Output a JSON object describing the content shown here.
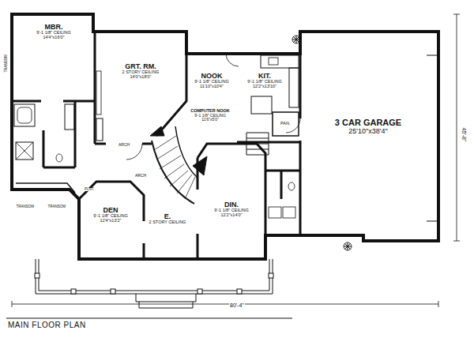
{
  "diagram": {
    "caption": "MAIN FLOOR PLAN",
    "nodes": [
      {
        "text": [
          "MBR.",
          "9'-1 1/8\" CEILING",
          "14'4\"x16'0\""
        ]
      },
      {
        "text": [
          "GRT. RM.",
          "2 STORY CEILING",
          "14'0\"x18'0\""
        ]
      },
      {
        "text": [
          "NOOK",
          "9'-1 1/8\" CEILING",
          "11'10\"x10'4\""
        ]
      },
      {
        "text": [
          "KIT.",
          "9'-1 1/8\" CEILING",
          "12'2\"x13'10\""
        ]
      },
      {
        "text": [
          "3 CAR GARAGE",
          "25'10\"x38'4\""
        ]
      },
      {
        "text": [
          "COMPUTER NOOK",
          "9'-1 1/8\" CEILING",
          "11'6\"x5'0\""
        ]
      },
      {
        "text": [
          "DEN",
          "9'-1 1/8\" CEILING",
          "12'4\"x13'2\""
        ]
      },
      {
        "text": [
          "E.",
          "2 STORY CEILING"
        ]
      },
      {
        "text": [
          "DIN.",
          "9'-1 1/8\" CEILING",
          "12'2\"x14'0\""
        ]
      }
    ],
    "labels": [
      "TRANSOM",
      "PAN.",
      "ARCH",
      "ARCH",
      "TRANSOM",
      "TRANSOM",
      "PLNT.",
      "45'-8\"",
      "80'-4\""
    ]
  }
}
